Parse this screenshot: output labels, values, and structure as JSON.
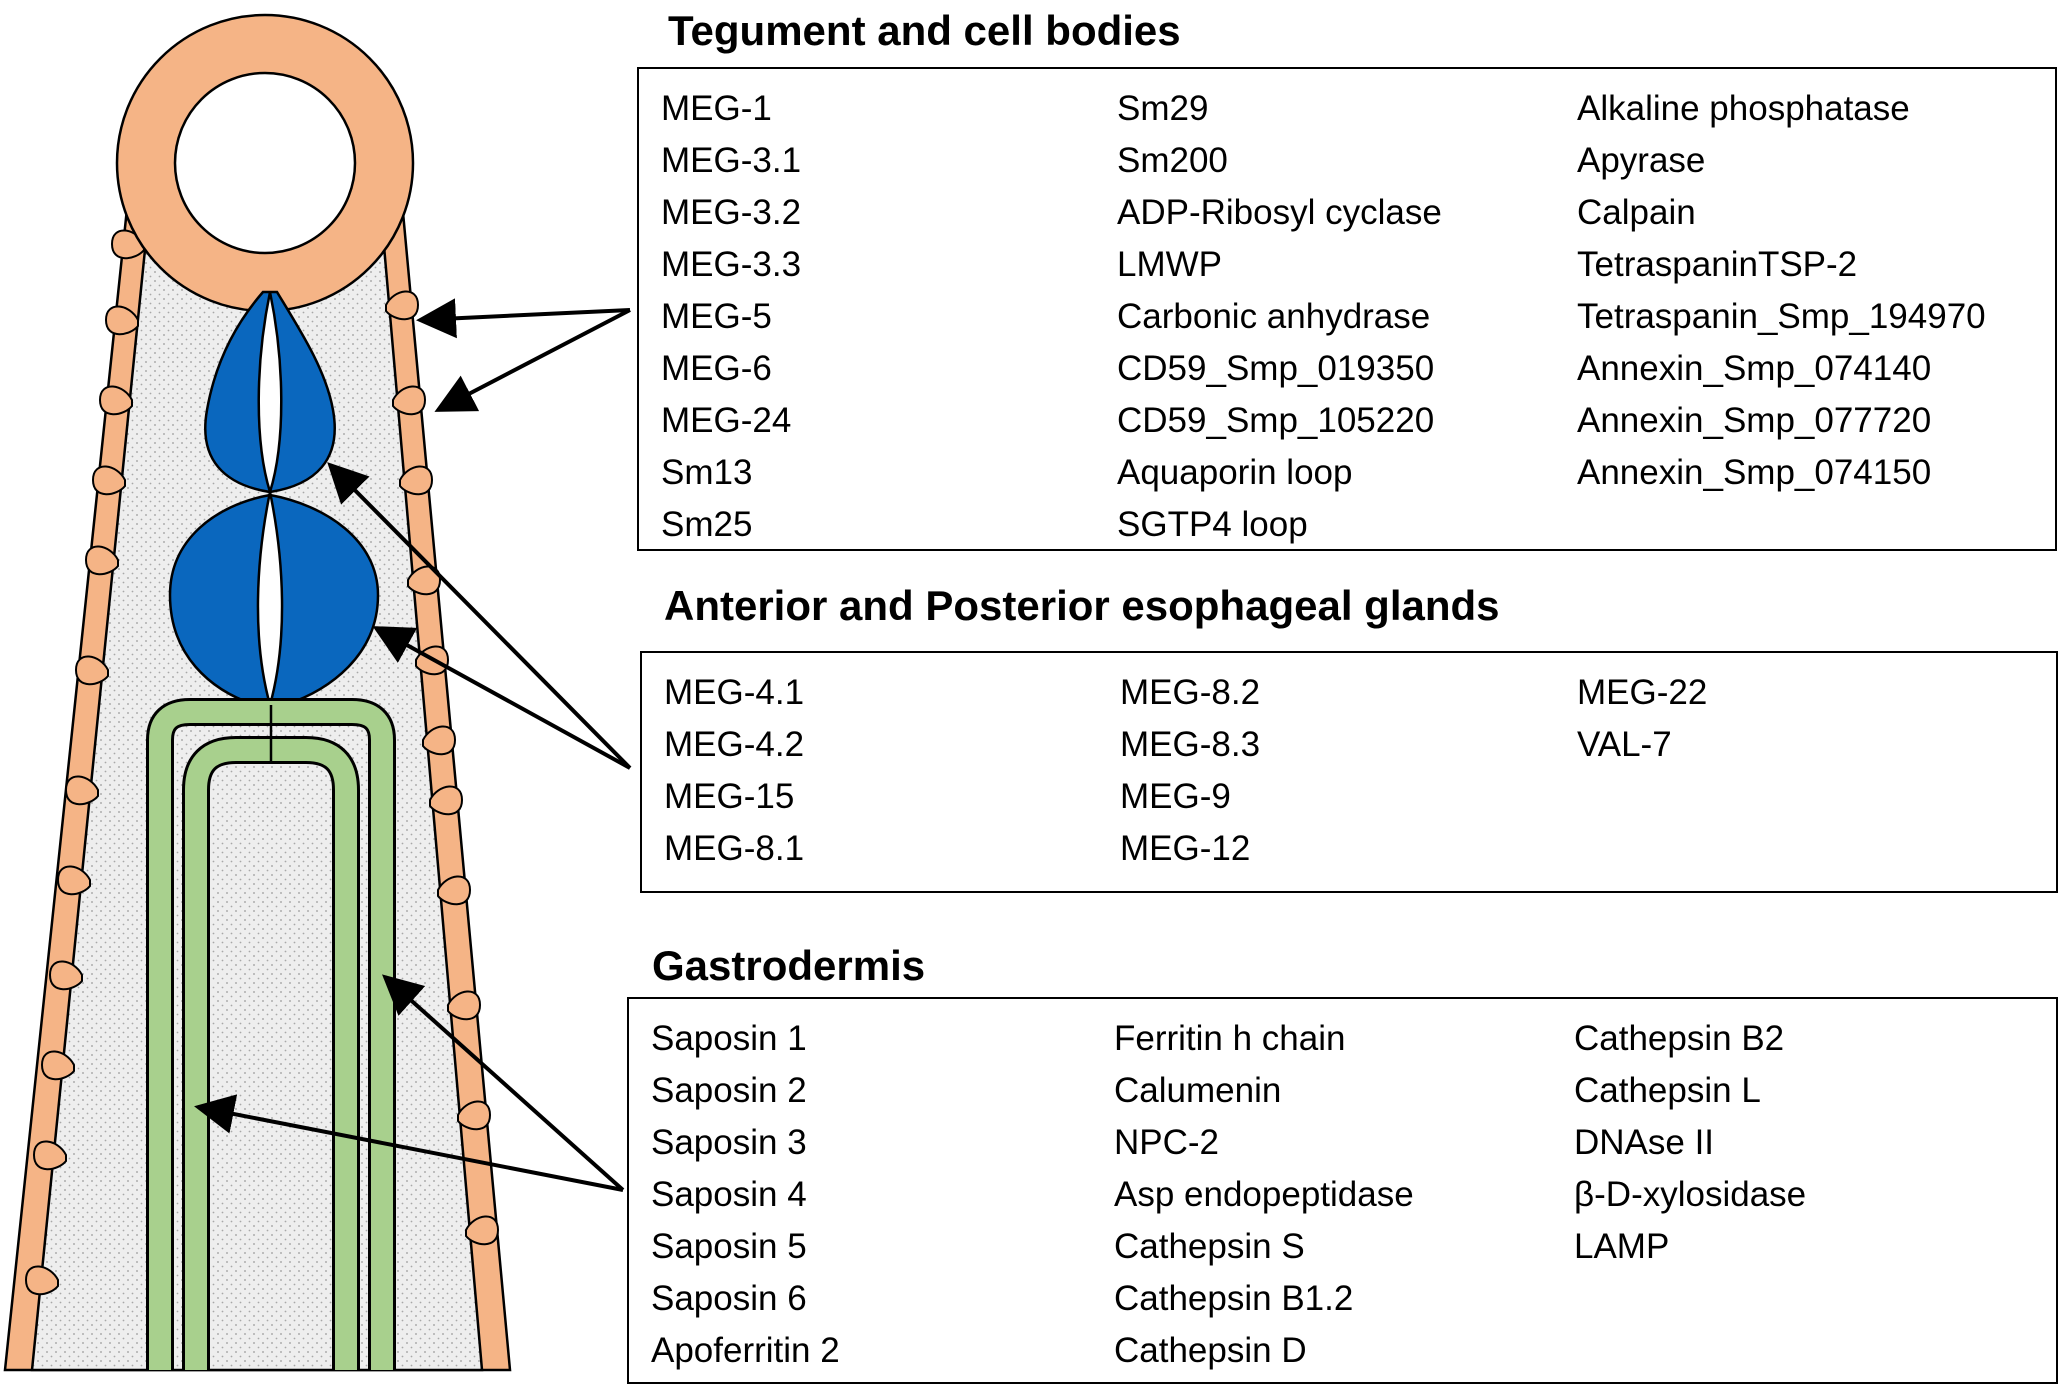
{
  "colors": {
    "body_wall": "#F5B486",
    "body_stipple_bg": "#EEEEEE",
    "esophageal_gland": "#0A67BE",
    "gastrodermis": "#A8D08D",
    "outline": "#000000"
  },
  "sections": [
    {
      "title": "Tegument and cell bodies",
      "columns": [
        [
          "MEG-1",
          "MEG-3.1",
          "MEG-3.2",
          "MEG-3.3",
          "MEG-5",
          "MEG-6",
          "MEG-24",
          "Sm13",
          "Sm25"
        ],
        [
          "Sm29",
          "Sm200",
          "ADP-Ribosyl cyclase",
          "LMWP",
          "Carbonic anhydrase",
          "CD59_Smp_019350",
          "CD59_Smp_105220",
          "Aquaporin loop",
          "SGTP4 loop"
        ],
        [
          "Alkaline phosphatase",
          "Apyrase",
          "Calpain",
          "TetraspaninTSP-2",
          "Tetraspanin_Smp_194970",
          "Annexin_Smp_074140",
          "Annexin_Smp_077720",
          "Annexin_Smp_074150"
        ]
      ]
    },
    {
      "title": "Anterior and Posterior esophageal glands",
      "columns": [
        [
          "MEG-4.1",
          "MEG-4.2",
          "MEG-15",
          "MEG-8.1"
        ],
        [
          "MEG-8.2",
          "MEG-8.3",
          "MEG-9",
          "MEG-12"
        ],
        [
          "MEG-22",
          "VAL-7"
        ]
      ]
    },
    {
      "title": "Gastrodermis",
      "columns": [
        [
          "Saposin 1",
          "Saposin 2",
          "Saposin 3",
          "Saposin 4",
          "Saposin 5",
          "Saposin 6",
          "Apoferritin 2"
        ],
        [
          "Ferritin h chain",
          "Calumenin",
          "NPC-2",
          "Asp endopeptidase",
          "Cathepsin S",
          "Cathepsin B1.2",
          "Cathepsin D"
        ],
        [
          "Cathepsin B2",
          "Cathepsin L",
          "DNAse II",
          "β-D-xylosidase",
          "LAMP"
        ]
      ]
    }
  ]
}
